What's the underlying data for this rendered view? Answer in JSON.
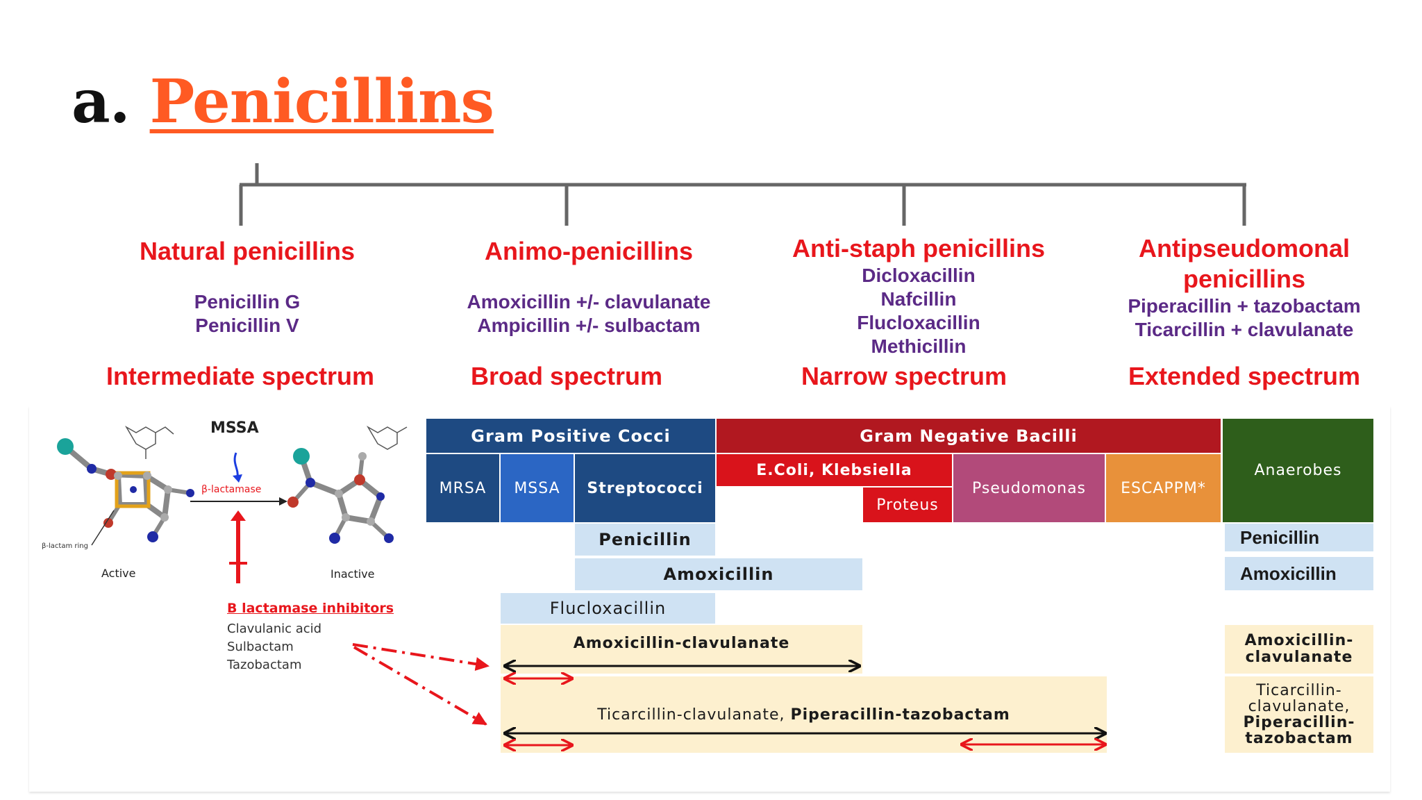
{
  "title": {
    "prefix": "a.",
    "word": "Penicillins"
  },
  "categories": [
    {
      "name": "Natural penicillins",
      "drugs": [
        "Penicillin G",
        "Penicillin V"
      ],
      "spectrum": "Intermediate spectrum"
    },
    {
      "name": "Animo-penicillins",
      "drugs": [
        "Amoxicillin +/- clavulanate",
        "Ampicillin +/- sulbactam"
      ],
      "spectrum": "Broad spectrum"
    },
    {
      "name": "Anti-staph penicillins",
      "drugs": [
        "Dicloxacillin",
        "Nafcillin",
        "Flucloxacillin",
        "Methicillin"
      ],
      "spectrum": "Narrow spectrum"
    },
    {
      "name": "Antipseudomonal penicillins",
      "drugs": [
        "Piperacillin + tazobactam",
        "Ticarcillin + clavulanate"
      ],
      "spectrum": "Extended spectrum"
    }
  ],
  "mechanism": {
    "mssa": "MSSA",
    "enzyme": "β-lactamase",
    "ring_label": "β-lactam ring",
    "active": "Active",
    "inactive": "Inactive",
    "inhibitors_title": "B lactamase inhibitors",
    "inhibitors": [
      "Clavulanic acid",
      "Sulbactam",
      "Tazobactam"
    ]
  },
  "table": {
    "gram_pos": "Gram Positive Cocci",
    "gram_neg": "Gram Negative Bacilli",
    "anaerobes": "Anaerobes",
    "mrsa": "MRSA",
    "mssa": "MSSA",
    "strep": "Streptococci",
    "ecoli": "E.Coli, Klebsiella",
    "proteus": "Proteus",
    "pseudomonas": "Pseudomonas",
    "escappm": "ESCAPPM*",
    "row_penicillin": "Penicillin",
    "row_amoxicillin": "Amoxicillin",
    "row_fluclox": "Flucloxacillin",
    "row_amoxclav": "Amoxicillin-clavulanate",
    "row_ticar": "Ticarcillin-clavulanate, ",
    "row_pip": "Piperacillin-tazobactam",
    "ana_penicillin": "Penicillin",
    "ana_amoxicillin": "Amoxicillin",
    "ana_amoxclav": [
      "Amoxicillin-",
      "clavulanate"
    ],
    "ana_ticar": [
      "Ticarcillin-",
      "clavulanate,"
    ],
    "ana_pip": [
      "Piperacillin-",
      "tazobactam"
    ]
  },
  "colors": {
    "title": "#ff5a23",
    "heading": "#e8161c",
    "drug": "#5b2a86",
    "gram_pos": "#1e4a82",
    "gram_neg": "#b11820",
    "anaerobes": "#2e5e1b"
  }
}
